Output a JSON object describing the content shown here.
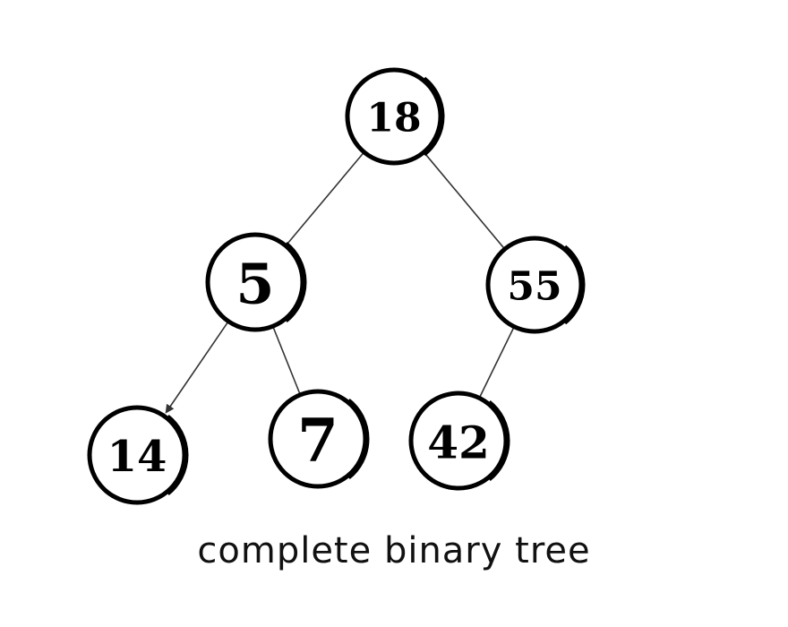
{
  "diagram": {
    "nodes": [
      {
        "id": "n18",
        "label": "18"
      },
      {
        "id": "n5",
        "label": "5"
      },
      {
        "id": "n55",
        "label": "55"
      },
      {
        "id": "n14",
        "label": "14"
      },
      {
        "id": "n7",
        "label": "7"
      },
      {
        "id": "n42",
        "label": "42"
      }
    ],
    "edges": [
      {
        "from": "n18",
        "to": "n5",
        "arrow": false
      },
      {
        "from": "n18",
        "to": "n55",
        "arrow": false
      },
      {
        "from": "n5",
        "to": "n14",
        "arrow": true
      },
      {
        "from": "n5",
        "to": "n7",
        "arrow": false
      },
      {
        "from": "n55",
        "to": "n42",
        "arrow": false
      }
    ],
    "caption": "complete binary tree"
  },
  "colors": {
    "stroke": "#000000",
    "edge": "#333333",
    "background": "#ffffff"
  }
}
